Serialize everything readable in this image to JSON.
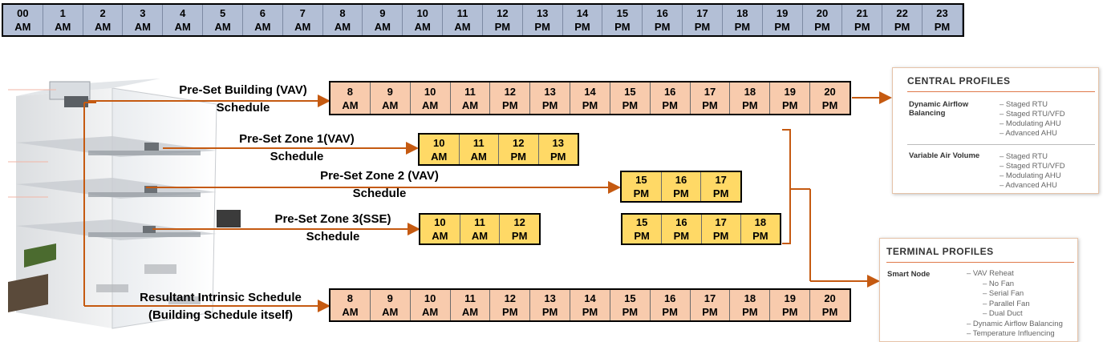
{
  "timeline": [
    [
      "00",
      "AM"
    ],
    [
      "1",
      "AM"
    ],
    [
      "2",
      "AM"
    ],
    [
      "3",
      "AM"
    ],
    [
      "4",
      "AM"
    ],
    [
      "5",
      "AM"
    ],
    [
      "6",
      "AM"
    ],
    [
      "7",
      "AM"
    ],
    [
      "8",
      "AM"
    ],
    [
      "9",
      "AM"
    ],
    [
      "10",
      "AM"
    ],
    [
      "11",
      "AM"
    ],
    [
      "12",
      "PM"
    ],
    [
      "13",
      "PM"
    ],
    [
      "14",
      "PM"
    ],
    [
      "15",
      "PM"
    ],
    [
      "16",
      "PM"
    ],
    [
      "17",
      "PM"
    ],
    [
      "18",
      "PM"
    ],
    [
      "19",
      "PM"
    ],
    [
      "20",
      "PM"
    ],
    [
      "21",
      "PM"
    ],
    [
      "22",
      "PM"
    ],
    [
      "23",
      "PM"
    ]
  ],
  "building": {
    "label_line1": "Pre-Set Building (VAV)",
    "label_line2": "Schedule",
    "slots": [
      [
        "8",
        "AM"
      ],
      [
        "9",
        "AM"
      ],
      [
        "10",
        "AM"
      ],
      [
        "11",
        "AM"
      ],
      [
        "12",
        "PM"
      ],
      [
        "13",
        "PM"
      ],
      [
        "14",
        "PM"
      ],
      [
        "15",
        "PM"
      ],
      [
        "16",
        "PM"
      ],
      [
        "17",
        "PM"
      ],
      [
        "18",
        "PM"
      ],
      [
        "19",
        "PM"
      ],
      [
        "20",
        "PM"
      ]
    ]
  },
  "zone1": {
    "label_line1": "Pre-Set Zone 1(VAV)",
    "label_line2": "Schedule",
    "slots": [
      [
        "10",
        "AM"
      ],
      [
        "11",
        "AM"
      ],
      [
        "12",
        "PM"
      ],
      [
        "13",
        "PM"
      ]
    ]
  },
  "zone2": {
    "label_line1": "Pre-Set Zone 2 (VAV)",
    "label_line2": "Schedule",
    "slots": [
      [
        "15",
        "PM"
      ],
      [
        "16",
        "PM"
      ],
      [
        "17",
        "PM"
      ]
    ]
  },
  "zone3": {
    "label_line1": "Pre-Set Zone 3(SSE)",
    "label_line2": "Schedule",
    "slots_a": [
      [
        "10",
        "AM"
      ],
      [
        "11",
        "AM"
      ],
      [
        "12",
        "PM"
      ]
    ],
    "slots_b": [
      [
        "15",
        "PM"
      ],
      [
        "16",
        "PM"
      ],
      [
        "17",
        "PM"
      ],
      [
        "18",
        "PM"
      ]
    ]
  },
  "resultant": {
    "label_line1": "Resultant Intrinsic Schedule",
    "label_line2": "(Building Schedule itself)",
    "slots": [
      [
        "8",
        "AM"
      ],
      [
        "9",
        "AM"
      ],
      [
        "10",
        "AM"
      ],
      [
        "11",
        "AM"
      ],
      [
        "12",
        "PM"
      ],
      [
        "13",
        "PM"
      ],
      [
        "14",
        "PM"
      ],
      [
        "15",
        "PM"
      ],
      [
        "16",
        "PM"
      ],
      [
        "17",
        "PM"
      ],
      [
        "18",
        "PM"
      ],
      [
        "19",
        "PM"
      ],
      [
        "20",
        "PM"
      ]
    ]
  },
  "central_profiles": {
    "title": "CENTRAL PROFILES",
    "groups": [
      {
        "name_line1": "Dynamic Airflow",
        "name_line2": "Balancing",
        "items": [
          "–  Staged RTU",
          "–  Staged RTU/VFD",
          "–  Modulating AHU",
          "–  Advanced AHU"
        ]
      },
      {
        "name_line1": "Variable Air Volume",
        "name_line2": "",
        "items": [
          "–  Staged RTU",
          "–  Staged RTU/VFD",
          "–  Modulating AHU",
          "–  Advanced AHU"
        ]
      }
    ]
  },
  "terminal_profiles": {
    "title": "TERMINAL PROFILES",
    "group": "Smart Node",
    "items": [
      {
        "text": "–  VAV Reheat",
        "indent": 0
      },
      {
        "text": "–  No Fan",
        "indent": 1
      },
      {
        "text": "–  Serial Fan",
        "indent": 1
      },
      {
        "text": "–  Parallel Fan",
        "indent": 1
      },
      {
        "text": "–  Dual Duct",
        "indent": 1
      },
      {
        "text": "–  Dynamic Airflow Balancing",
        "indent": 0
      },
      {
        "text": "–  Temperature Influencing",
        "indent": 0
      }
    ]
  },
  "colors": {
    "arrow": "#c55a11",
    "header_fill": "#b3bfd6",
    "building_fill": "#f8cbad",
    "zone_fill": "#ffd966"
  }
}
